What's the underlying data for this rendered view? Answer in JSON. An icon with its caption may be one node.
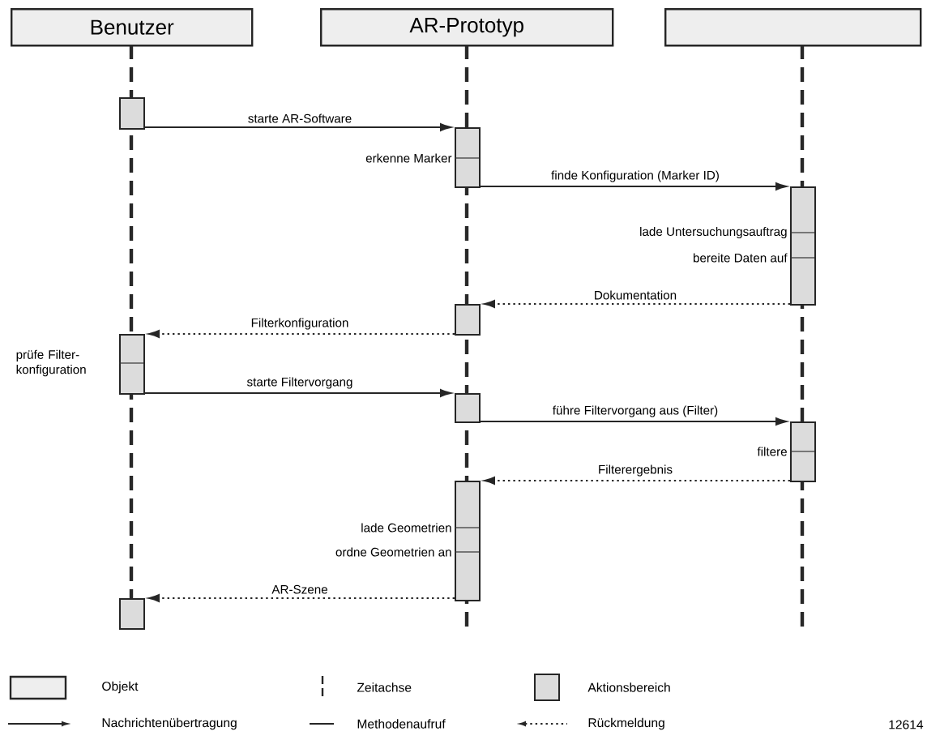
{
  "diagram": {
    "nodes": [
      {
        "text": [
          "Benutzer"
        ]
      },
      {
        "text": [
          "AR-Prototyp"
        ]
      },
      {
        "text": [],
        "shape": "box"
      },
      {
        "text": [],
        "shape": "bar"
      },
      {
        "text": [],
        "shape": "bar",
        "beside": [
          "erkenne Marker"
        ]
      },
      {
        "text": [],
        "shape": "bar",
        "beside": [
          "lade Untersuchungsauftrag",
          "bereite Daten auf"
        ]
      },
      {
        "text": [],
        "shape": "bar"
      },
      {
        "text": [],
        "shape": "bar",
        "beside": [
          "prüfe Filter- konfiguration"
        ]
      },
      {
        "text": [],
        "shape": "bar"
      },
      {
        "text": [],
        "shape": "bar",
        "beside": [
          "filtere"
        ]
      },
      {
        "text": [],
        "shape": "bar",
        "beside": [
          "lade Geometrien",
          "ordne Geometrien an"
        ]
      },
      {
        "text": [],
        "shape": "bar"
      }
    ],
    "edges": [
      {
        "from": 3,
        "to": 4,
        "arrow": "to",
        "label": "starte AR-Software"
      },
      {
        "from": 4,
        "to": 5,
        "arrow": "to",
        "label": "finde Konfiguration (Marker ID)"
      },
      {
        "from": 5,
        "to": 6,
        "arrow": "to",
        "label": "Dokumentation",
        "style": "dashed"
      },
      {
        "from": 6,
        "to": 7,
        "arrow": "to",
        "label": "Filterkonfiguration",
        "style": "dashed"
      },
      {
        "from": 7,
        "to": 8,
        "arrow": "to",
        "label": "starte Filtervorgang"
      },
      {
        "from": 8,
        "to": 9,
        "arrow": "to",
        "label": "führe Filtervorgang aus (Filter)"
      },
      {
        "from": 9,
        "to": 10,
        "arrow": "to",
        "label": "Filterergebnis",
        "style": "dashed"
      },
      {
        "from": 10,
        "to": 11,
        "arrow": "to",
        "label": "AR-Szene",
        "style": "dashed"
      }
    ],
    "labels": [
      "12614"
    ],
    "legend": [
      {
        "text": "Objekt",
        "color": "#eeeeee"
      },
      {
        "text": "Zeitachse"
      },
      {
        "text": "Aktionsbereich",
        "color": "#dcdcdc"
      },
      {
        "text": "Nachrichtenübertragung"
      },
      {
        "text": "Methodenaufruf"
      },
      {
        "text": "Rückmeldung"
      }
    ]
  }
}
